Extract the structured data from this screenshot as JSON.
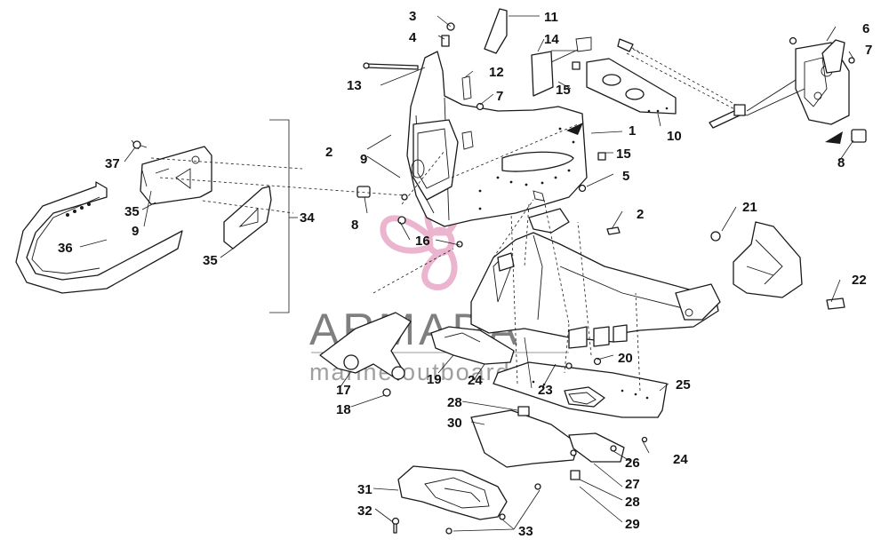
{
  "watermark": {
    "brand": "ARMADA",
    "tagline": "marine outboards",
    "logo_color": "#e8a9c8",
    "text_color": "#555555"
  },
  "callouts": [
    "1",
    "2",
    "2",
    "3",
    "4",
    "5",
    "6",
    "7",
    "7",
    "8",
    "8",
    "9",
    "9",
    "10",
    "11",
    "12",
    "13",
    "14",
    "15",
    "15",
    "16",
    "17",
    "18",
    "19",
    "20",
    "21",
    "22",
    "23",
    "24",
    "24",
    "25",
    "26",
    "27",
    "28",
    "28",
    "29",
    "30",
    "31",
    "32",
    "33",
    "34",
    "35",
    "35",
    "36",
    "37"
  ]
}
